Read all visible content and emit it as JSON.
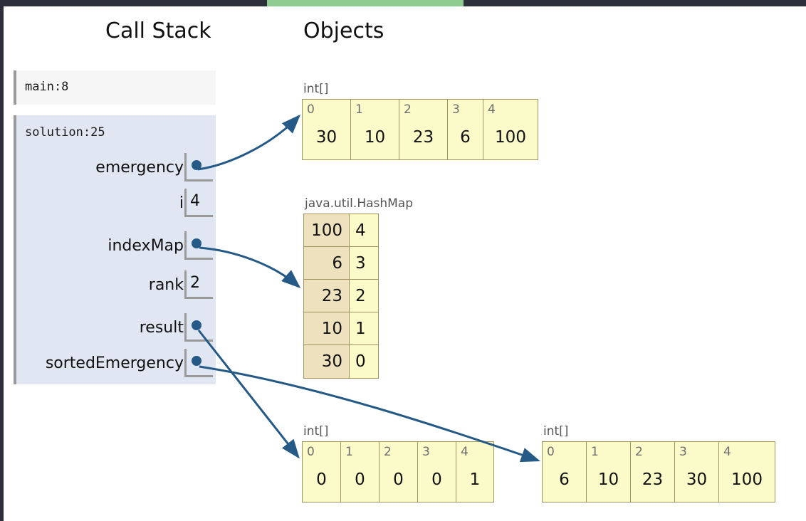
{
  "top_strip": {
    "background_color": "#2b303b",
    "progress_color": "#8fcc91"
  },
  "headings": {
    "call_stack": "Call Stack",
    "objects": "Objects"
  },
  "call_stack": {
    "frames": [
      {
        "title": "main:8",
        "background_color": "#f6f6f6",
        "variables": []
      },
      {
        "title": "solution:25",
        "background_color": "#e0e7f3",
        "variables": [
          {
            "name": "emergency",
            "kind": "reference",
            "value": ""
          },
          {
            "name": "i",
            "kind": "primitive",
            "value": "4"
          },
          {
            "name": "indexMap",
            "kind": "reference",
            "value": ""
          },
          {
            "name": "rank",
            "kind": "primitive",
            "value": "2"
          },
          {
            "name": "result",
            "kind": "reference",
            "value": ""
          },
          {
            "name": "sortedEmergency",
            "kind": "reference",
            "value": ""
          }
        ]
      }
    ]
  },
  "objects": {
    "array_emergency": {
      "type_label": "int[]",
      "indices": [
        "0",
        "1",
        "2",
        "3",
        "4"
      ],
      "values": [
        "30",
        "10",
        "23",
        "6",
        "100"
      ],
      "cell_widths": [
        68,
        68,
        68,
        50,
        76
      ],
      "fill_color": "#fbfbca",
      "border_color": "#9e9361"
    },
    "hash_map": {
      "type_label": "java.util.HashMap",
      "entries": [
        {
          "key": "100",
          "value": "4"
        },
        {
          "key": "6",
          "value": "3"
        },
        {
          "key": "23",
          "value": "2"
        },
        {
          "key": "10",
          "value": "1"
        },
        {
          "key": "30",
          "value": "0"
        }
      ],
      "key_fill_color": "#eee1bd",
      "value_fill_color": "#fbfbca"
    },
    "array_result": {
      "type_label": "int[]",
      "indices": [
        "0",
        "1",
        "2",
        "3",
        "4"
      ],
      "values": [
        "0",
        "0",
        "0",
        "0",
        "1"
      ],
      "cell_widths": [
        54,
        54,
        54,
        54,
        52
      ],
      "fill_color": "#fbfbca",
      "border_color": "#9e9361"
    },
    "array_sorted_emergency": {
      "type_label": "int[]",
      "indices": [
        "0",
        "1",
        "2",
        "3",
        "4"
      ],
      "values": [
        "6",
        "10",
        "23",
        "30",
        "100"
      ],
      "cell_widths": [
        62,
        62,
        62,
        62,
        78
      ],
      "fill_color": "#fbfbca",
      "border_color": "#9e9361"
    }
  },
  "arrows": {
    "color": "#255a87",
    "pointers": [
      {
        "from_variable": "emergency",
        "to_object": "array_emergency"
      },
      {
        "from_variable": "indexMap",
        "to_object": "hash_map"
      },
      {
        "from_variable": "result",
        "to_object": "array_result"
      },
      {
        "from_variable": "sortedEmergency",
        "to_object": "array_sorted_emergency"
      }
    ]
  }
}
